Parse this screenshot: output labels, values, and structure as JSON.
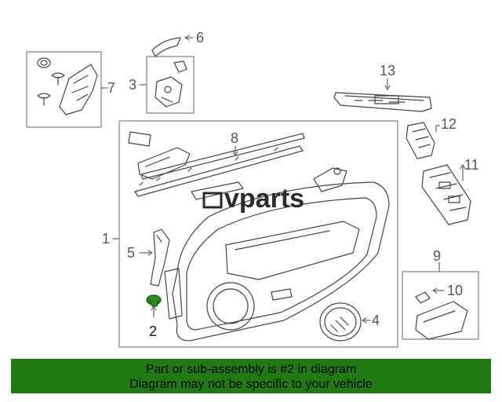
{
  "watermark": {
    "text": "vparts"
  },
  "callouts": {
    "c1": "1",
    "c2": "2",
    "c3": "3",
    "c4": "4",
    "c5": "5",
    "c6": "6",
    "c7": "7",
    "c8": "8",
    "c9": "9",
    "c10": "10",
    "c11": "11",
    "c12": "12",
    "c13": "13"
  },
  "banner": {
    "line1": "Part or sub-assembly is #2 in diagram",
    "line2": "Diagram may not be specific to your vehicle",
    "background_color": "#1f7a12"
  },
  "colors": {
    "highlight_part": "#2e8b1f",
    "line_art": "#444444"
  }
}
